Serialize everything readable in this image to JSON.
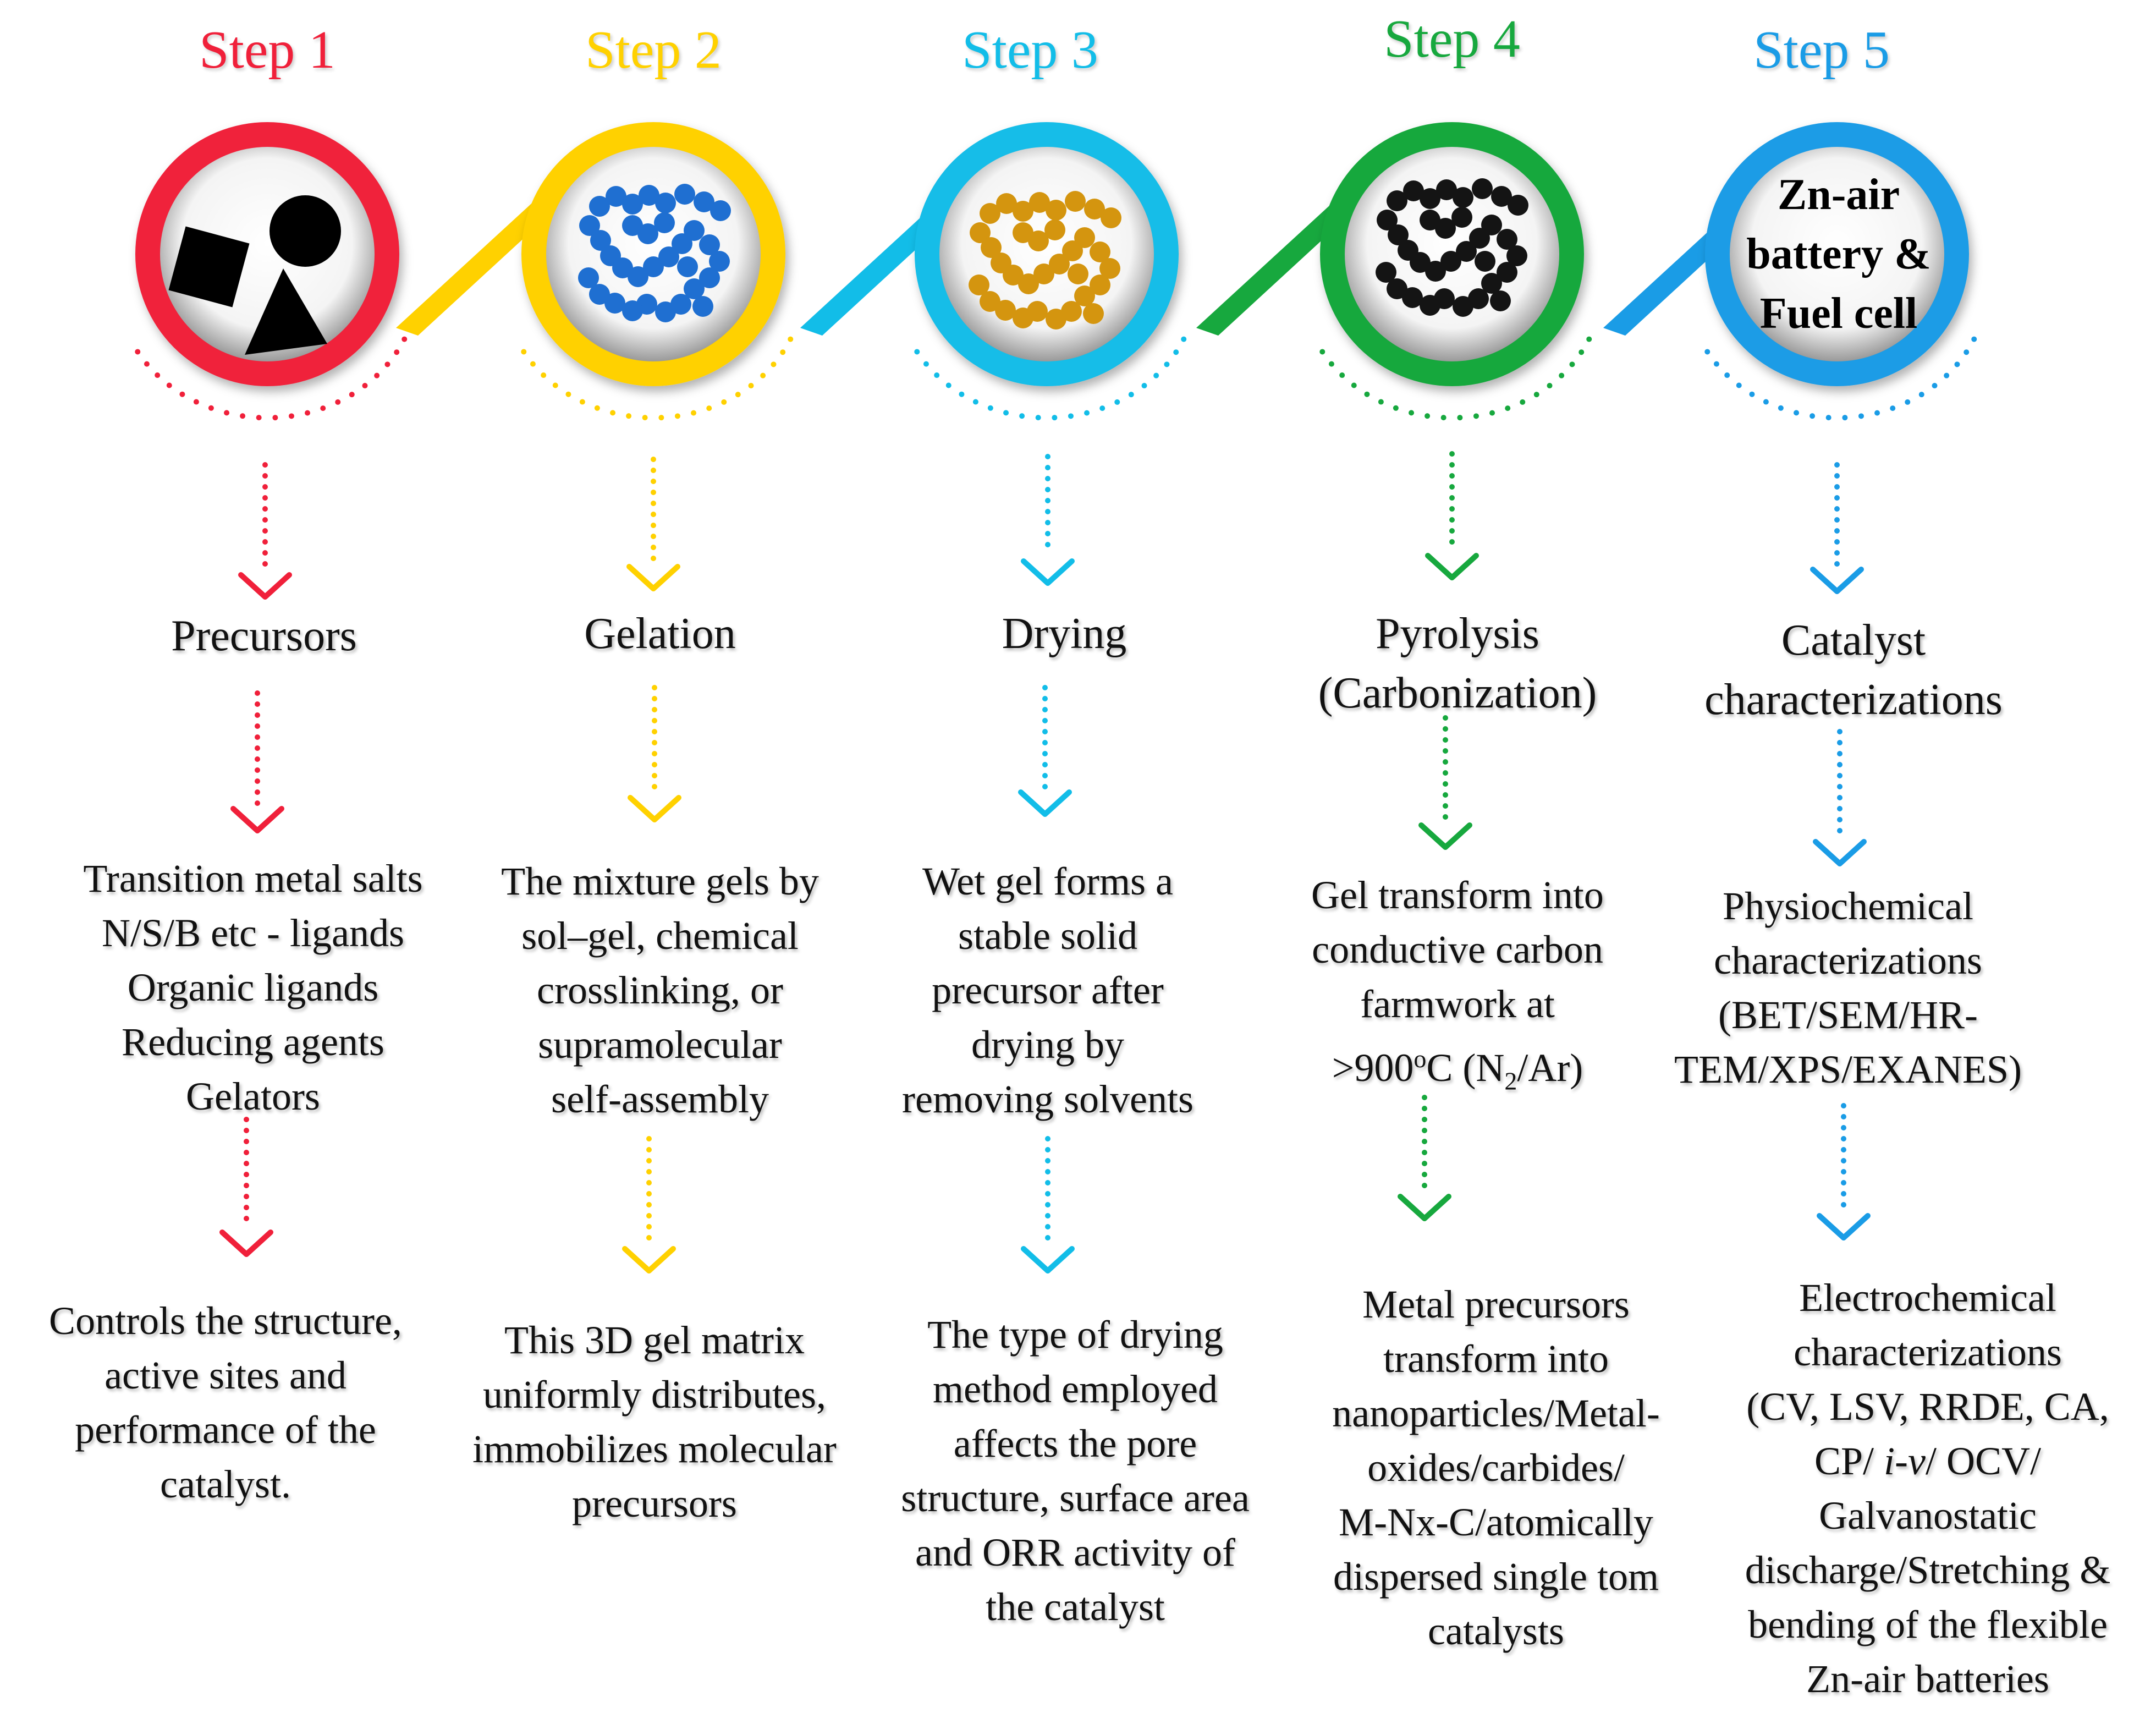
{
  "colors": {
    "step1": "#f0203a",
    "step2": "#ffd100",
    "step3": "#12bde8",
    "step4": "#17a83e",
    "step5": "#1a9ce6"
  },
  "steps": [
    {
      "label": "Step 1",
      "stage": "Precursors",
      "details": [
        "Transition metal salts",
        "N/S/B etc - ligands",
        "Organic ligands",
        "Reducing agents",
        "Gelators"
      ],
      "outcome": [
        "Controls the structure,",
        "active sites  and",
        "performance of the",
        "catalyst."
      ]
    },
    {
      "label": "Step 2",
      "stage": "Gelation",
      "details": [
        "The mixture gels by",
        "sol–gel, chemical",
        "crosslinking, or",
        "supramolecular",
        "self-assembly"
      ],
      "outcome": [
        "This 3D gel matrix",
        "uniformly distributes,",
        "immobilizes molecular",
        "precursors"
      ]
    },
    {
      "label": "Step 3",
      "stage": "Drying",
      "details": [
        "Wet gel forms a",
        "stable solid",
        "precursor after",
        "drying by",
        "removing solvents"
      ],
      "outcome": [
        "The type of drying",
        "method employed",
        "affects the pore",
        "structure, surface area",
        "and ORR activity of",
        "the catalyst"
      ]
    },
    {
      "label": "Step 4",
      "stage": [
        "Pyrolysis",
        "(Carbonization)"
      ],
      "details": [
        "Gel transform into",
        "conductive carbon",
        "farmwork at"
      ],
      "detail_temp": {
        "prefix": ">900",
        "sup": "o",
        "mid": "C (N",
        "sub": "2",
        "suffix": "/Ar)"
      },
      "outcome": [
        "Metal precursors",
        "transform into",
        "nanoparticles/Metal-",
        "oxides/carbides/",
        "M-Nx-C/atomically",
        "dispersed single tom",
        "catalysts"
      ]
    },
    {
      "label": "Step 5",
      "stage": [
        "Catalyst",
        "characterizations"
      ],
      "card": [
        "Zn-air",
        "battery &",
        "Fuel cell"
      ],
      "details": [
        "Physiochemical",
        "characterizations",
        "(BET/SEM/HR-",
        "TEM/XPS/EXANES)"
      ],
      "outcome": [
        "Electrochemical",
        "characterizations",
        "(CV, LSV, RRDE, CA,"
      ],
      "outcome_mixed": {
        "a": "CP/ ",
        "b": "i-v",
        "c": "/ OCV/"
      },
      "outcome_tail": [
        "Galvanostatic",
        "discharge/Stretching &",
        "bending of the flexible",
        "Zn-air batteries"
      ]
    }
  ]
}
